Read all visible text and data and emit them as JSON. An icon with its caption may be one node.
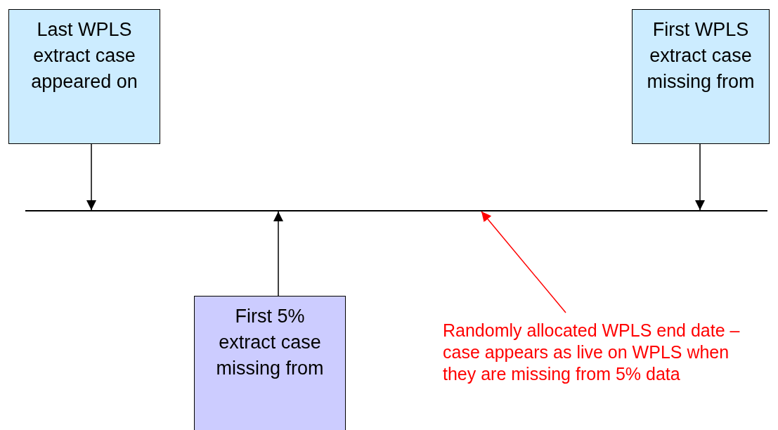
{
  "diagram": {
    "nodes": [
      {
        "text": [
          "Last WPLS extract case appeared on"
        ]
      },
      {
        "text": [
          "First WPLS extract case missing from"
        ]
      },
      {
        "text": [],
        "shape": "line"
      },
      {
        "text": [
          "First 5% extract case missing from"
        ]
      },
      {
        "text": [
          "Randomly allocated WPLS end date – case appears as live on WPLS when they are missing from 5% data"
        ]
      }
    ],
    "edges": [
      {
        "from": 0,
        "to": 2,
        "arrow": "to"
      },
      {
        "from": 1,
        "to": 2,
        "arrow": "to"
      },
      {
        "from": 3,
        "to": 2,
        "arrow": "to"
      },
      {
        "from": 4,
        "to": 2,
        "arrow": "to",
        "color": "#ff0000"
      }
    ]
  }
}
